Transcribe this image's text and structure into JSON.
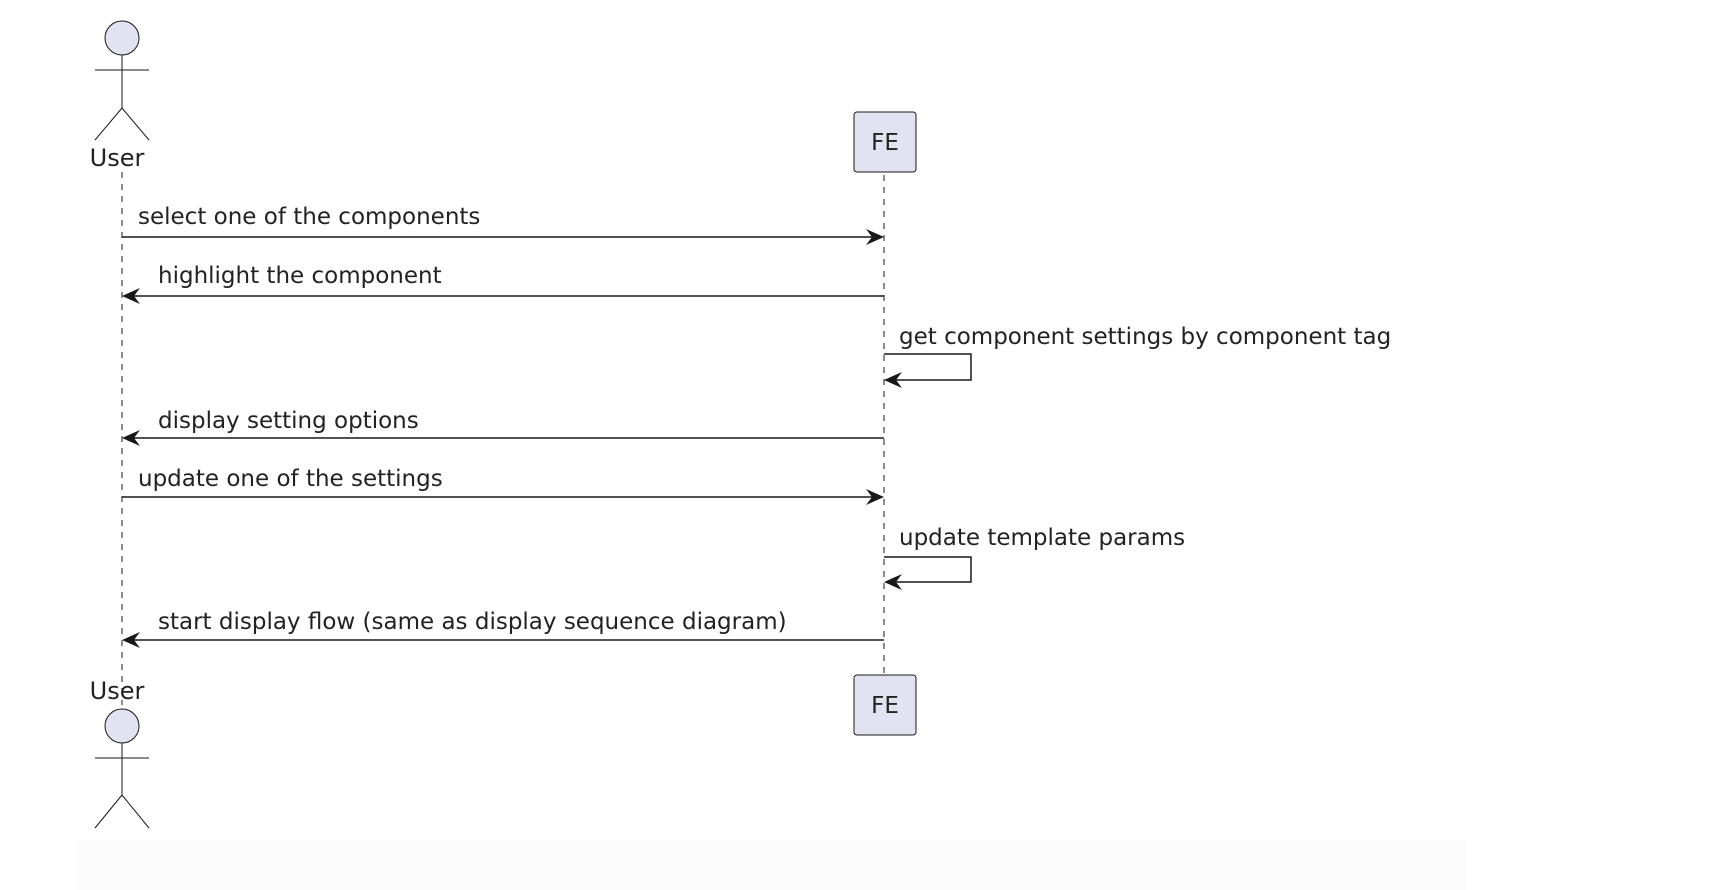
{
  "participants": {
    "user": "User",
    "fe": "FE"
  },
  "messages": [
    {
      "from": "User",
      "to": "FE",
      "label": "select one of the components"
    },
    {
      "from": "FE",
      "to": "User",
      "label": "highlight the component"
    },
    {
      "from": "FE",
      "to": "FE",
      "label": "get component settings by component tag"
    },
    {
      "from": "FE",
      "to": "User",
      "label": "display setting options"
    },
    {
      "from": "User",
      "to": "FE",
      "label": "update one of the settings"
    },
    {
      "from": "FE",
      "to": "FE",
      "label": "update template params"
    },
    {
      "from": "FE",
      "to": "User",
      "label": "start display flow (same as display sequence diagram)"
    }
  ],
  "colors": {
    "participant_fill": "#e2e2f0",
    "participant_stroke": "#181818",
    "lifeline": "#181818",
    "arrow": "#181818"
  }
}
